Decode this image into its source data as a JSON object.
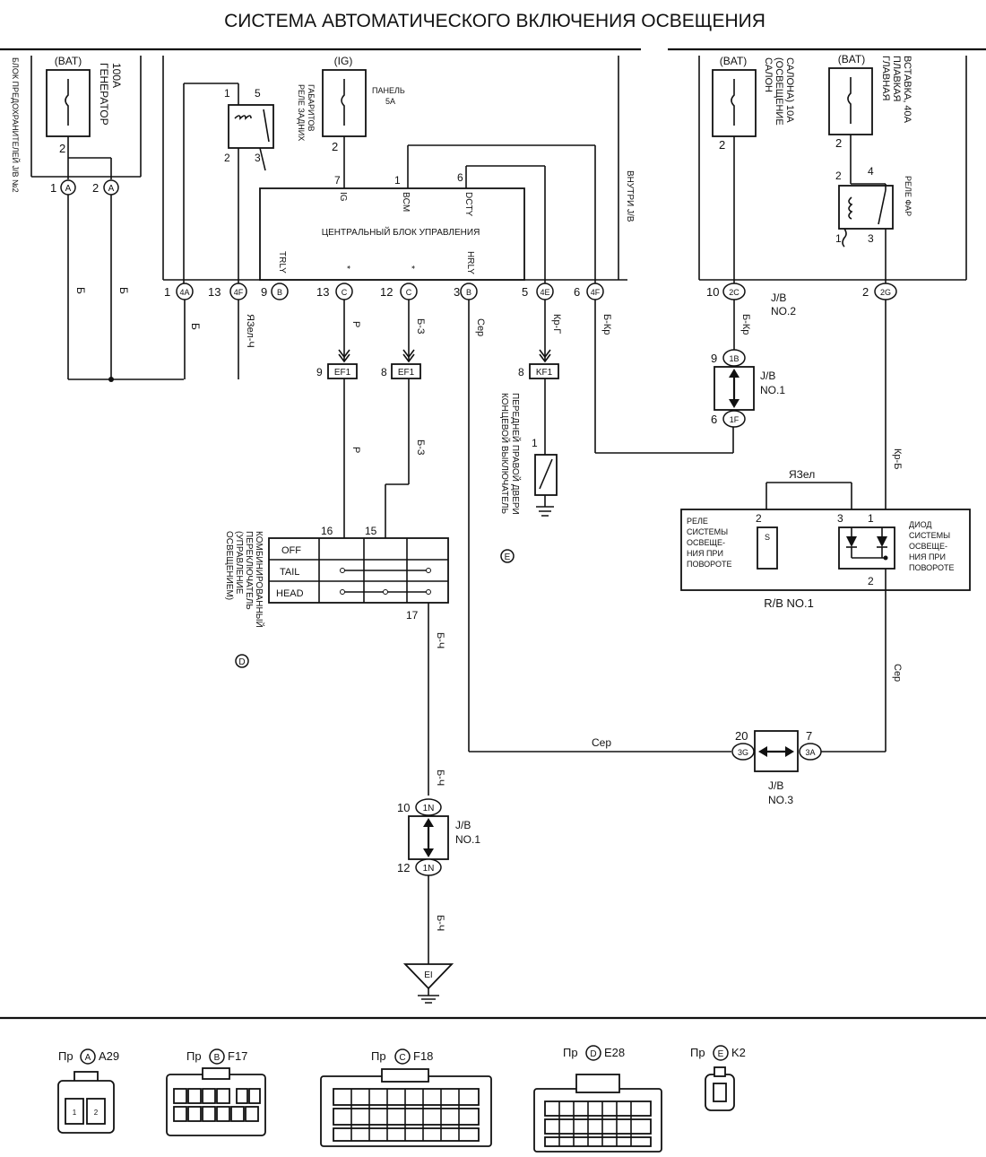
{
  "title": "СИСТЕМА АВТОМАТИЧЕСКОГО ВКЛЮЧЕНИЯ ОСВЕЩЕНИЯ",
  "fuse_block_label": "БЛОК ПРЕДОХРАНИТЕЛЕЙ J/B №2",
  "inner_jb_label": "ВНУТРИ J/B",
  "generator_fuse": {
    "source": "(BAT)",
    "name": "ГЕНЕРАТОР",
    "rating": "100A",
    "pin": "2"
  },
  "panel_fuse": {
    "source": "(IG)",
    "name": "ПАНЕЛЬ",
    "rating": "5A",
    "pin": "2"
  },
  "salon_fuse": {
    "source": "(BAT)",
    "line1": "САЛОН",
    "line2": "(ОСВЕЩЕНИЕ",
    "line3": "САЛОНА) 10A",
    "pin": "2"
  },
  "main_fuse": {
    "source": "(BAT)",
    "line1": "ГЛАВНАЯ",
    "line2": "ПЛАВКАЯ",
    "line3": "ВСТАВКА, 40A",
    "pin": "2"
  },
  "tail_relay": {
    "label1": "РЕЛЕ ЗАДНИХ",
    "label2": "ГАБАРИТОВ",
    "pins": [
      "1",
      "5",
      "2",
      "3"
    ]
  },
  "headlamp_relay": {
    "label": "РЕЛЕ ФАР",
    "pins": [
      "2",
      "4",
      "1",
      "3"
    ]
  },
  "ecu": {
    "name": "ЦЕНТРАЛЬНЫЙ БЛОК УПРАВЛЕНИЯ",
    "top_terminals": [
      {
        "pin": "7",
        "name": "IG"
      },
      {
        "pin": "1",
        "name": "BCM"
      },
      {
        "pin": "6",
        "name": "DCTY"
      }
    ],
    "bottom_names": [
      "TRLY",
      "*",
      "*",
      "HRLY"
    ]
  },
  "connectors": {
    "c1": {
      "num": "1",
      "id": "A"
    },
    "c2": {
      "num": "2",
      "id": "A"
    },
    "c3": {
      "num": "1",
      "id": "4A"
    },
    "c4": {
      "num": "13",
      "id": "4F"
    },
    "c5": {
      "num": "9",
      "id": "B"
    },
    "c6": {
      "num": "13",
      "id": "C"
    },
    "c7": {
      "num": "12",
      "id": "C"
    },
    "c8": {
      "num": "3",
      "id": "B"
    },
    "c9": {
      "num": "5",
      "id": "4E"
    },
    "c10": {
      "num": "6",
      "id": "4F"
    },
    "c11": {
      "num": "10",
      "id": "2C"
    },
    "c12": {
      "num": "2",
      "id": "2G"
    },
    "c13": {
      "num": "9",
      "id": "1B"
    },
    "c14": {
      "num": "6",
      "id": "1F"
    },
    "c15": {
      "num": "20",
      "id": "3G"
    },
    "c16": {
      "num": "7",
      "id": "3A"
    },
    "c17": {
      "num": "10",
      "id": "1N"
    },
    "c18": {
      "num": "12",
      "id": "1N"
    }
  },
  "splice": {
    "ef1a": {
      "num": "9",
      "id": "EF1"
    },
    "ef1b": {
      "num": "8",
      "id": "EF1"
    },
    "kf1": {
      "num": "8",
      "id": "KF1"
    }
  },
  "wires": {
    "b1": "Б",
    "b2": "Б",
    "b3": "Б",
    "yazel_ch": "ЯЗел-Ч",
    "r1": "Р",
    "r2": "Р",
    "b_z1": "Б-З",
    "b_z2": "Б-З",
    "ser1": "Сер",
    "ser2": "Сер",
    "ser3": "Сер",
    "kr_g": "Кр-Г",
    "b_kr1": "Б-Кр",
    "b_kr2": "Б-Кр",
    "kr_b": "Кр-Б",
    "yazel": "ЯЗел",
    "b_ch1": "Б-Ч",
    "b_ch2": "Б-Ч",
    "b_ch3": "Б-Ч"
  },
  "jb2_label": {
    "l1": "J/B",
    "l2": "NO.2"
  },
  "jb1_label": {
    "l1": "J/B",
    "l2": "NO.1"
  },
  "jb1b_label": {
    "l1": "J/B",
    "l2": "NO.1"
  },
  "jb3_label": {
    "l1": "J/B",
    "l2": "NO.3"
  },
  "door_switch": {
    "line1": "КОНЦЕВОЙ ВЫКЛЮЧАТЕЛЬ",
    "line2": "ПЕРЕДНЕЙ ПРАВОЙ ДВЕРИ",
    "pin": "1",
    "marker": "E"
  },
  "combo_switch": {
    "line1": "КОМБИНИРОВАННЫЙ",
    "line2": "ПЕРЕКЛЮЧАТЕЛЬ",
    "line3": "(УПРАВЛЕНИЕ",
    "line4": "ОСВЕЩЕНИЕМ)",
    "rows": [
      "OFF",
      "TAIL",
      "HEAD"
    ],
    "pins": [
      "16",
      "15",
      "17"
    ],
    "marker": "D"
  },
  "rb": {
    "name": "R/B NO.1",
    "relay_l1": "РЕЛЕ",
    "relay_l2": "СИСТЕМЫ",
    "relay_l3": "ОСВЕЩЕ-",
    "relay_l4": "НИЯ ПРИ",
    "relay_l5": "ПОВОРОТЕ",
    "diode_l1": "ДИОД",
    "diode_l2": "СИСТЕМЫ",
    "diode_l3": "ОСВЕЩЕ-",
    "diode_l4": "НИЯ ПРИ",
    "diode_l5": "ПОВОРОТЕ",
    "relay_pin": "2",
    "diode_pins": [
      "3",
      "1",
      "2"
    ],
    "relay_mark": "S"
  },
  "ground": "EI",
  "connector_views": [
    {
      "prefix": "Пр",
      "id": "A",
      "code": "A29"
    },
    {
      "prefix": "Пр",
      "id": "B",
      "code": "F17"
    },
    {
      "prefix": "Пр",
      "id": "C",
      "code": "F18"
    },
    {
      "prefix": "Пр",
      "id": "D",
      "code": "E28"
    },
    {
      "prefix": "Пр",
      "id": "E",
      "code": "K2"
    }
  ]
}
